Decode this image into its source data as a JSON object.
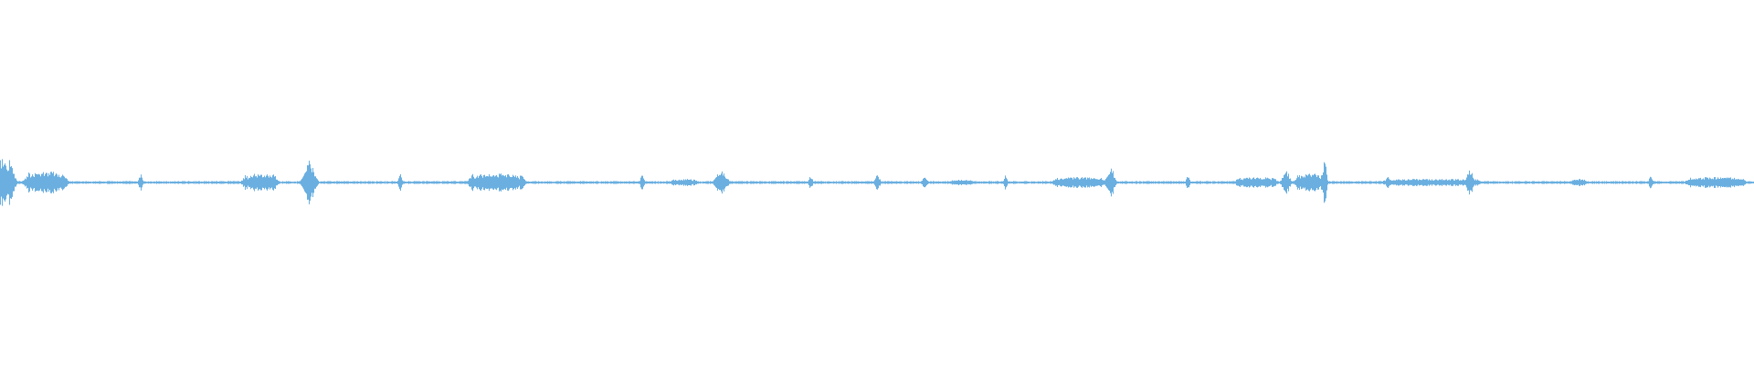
{
  "waveform": {
    "color": "#6aafe0",
    "background": "#ffffff",
    "baseline_color": "#6aafe0",
    "bursts": [
      {
        "time": 0.0,
        "width": 0.01,
        "amp": 0.13,
        "shape": "sustain"
      },
      {
        "time": 0.026,
        "width": 0.018,
        "amp": 0.06,
        "shape": "sustain"
      },
      {
        "time": 0.08,
        "width": 0.002,
        "amp": 0.05,
        "shape": "click"
      },
      {
        "time": 0.148,
        "width": 0.014,
        "amp": 0.05,
        "shape": "sustain"
      },
      {
        "time": 0.176,
        "width": 0.006,
        "amp": 0.12,
        "shape": "click"
      },
      {
        "time": 0.228,
        "width": 0.002,
        "amp": 0.06,
        "shape": "click"
      },
      {
        "time": 0.283,
        "width": 0.026,
        "amp": 0.05,
        "shape": "sustain"
      },
      {
        "time": 0.366,
        "width": 0.002,
        "amp": 0.05,
        "shape": "click"
      },
      {
        "time": 0.39,
        "width": 0.01,
        "amp": 0.02,
        "shape": "sustain"
      },
      {
        "time": 0.411,
        "width": 0.006,
        "amp": 0.07,
        "shape": "click"
      },
      {
        "time": 0.462,
        "width": 0.002,
        "amp": 0.04,
        "shape": "click"
      },
      {
        "time": 0.5,
        "width": 0.003,
        "amp": 0.04,
        "shape": "click"
      },
      {
        "time": 0.527,
        "width": 0.003,
        "amp": 0.03,
        "shape": "click"
      },
      {
        "time": 0.548,
        "width": 0.008,
        "amp": 0.015,
        "shape": "sustain"
      },
      {
        "time": 0.573,
        "width": 0.002,
        "amp": 0.04,
        "shape": "click"
      },
      {
        "time": 0.615,
        "width": 0.024,
        "amp": 0.03,
        "shape": "sustain"
      },
      {
        "time": 0.633,
        "width": 0.004,
        "amp": 0.09,
        "shape": "click"
      },
      {
        "time": 0.677,
        "width": 0.002,
        "amp": 0.04,
        "shape": "click"
      },
      {
        "time": 0.716,
        "width": 0.018,
        "amp": 0.03,
        "shape": "sustain"
      },
      {
        "time": 0.733,
        "width": 0.004,
        "amp": 0.07,
        "shape": "click"
      },
      {
        "time": 0.747,
        "width": 0.012,
        "amp": 0.05,
        "shape": "sustain"
      },
      {
        "time": 0.755,
        "width": 0.002,
        "amp": 0.16,
        "shape": "click"
      },
      {
        "time": 0.791,
        "width": 0.002,
        "amp": 0.05,
        "shape": "click"
      },
      {
        "time": 0.816,
        "width": 0.05,
        "amp": 0.02,
        "shape": "sustain"
      },
      {
        "time": 0.838,
        "width": 0.004,
        "amp": 0.07,
        "shape": "click"
      },
      {
        "time": 0.9,
        "width": 0.004,
        "amp": 0.02,
        "shape": "sustain"
      },
      {
        "time": 0.941,
        "width": 0.002,
        "amp": 0.04,
        "shape": "click"
      },
      {
        "time": 0.978,
        "width": 0.028,
        "amp": 0.03,
        "shape": "sustain"
      }
    ]
  }
}
